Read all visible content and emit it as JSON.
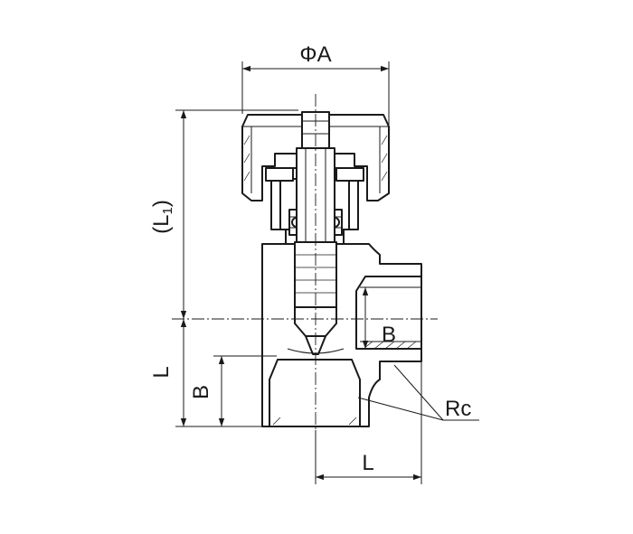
{
  "labels": {
    "diameter_a": "ΦA",
    "l1_prefix": "(L",
    "l1_sub": "1",
    "l1_suffix": ")",
    "l_vertical": "L",
    "b_vertical": "B",
    "b_side": "B",
    "rc": "Rc",
    "l_bottom": "L"
  }
}
